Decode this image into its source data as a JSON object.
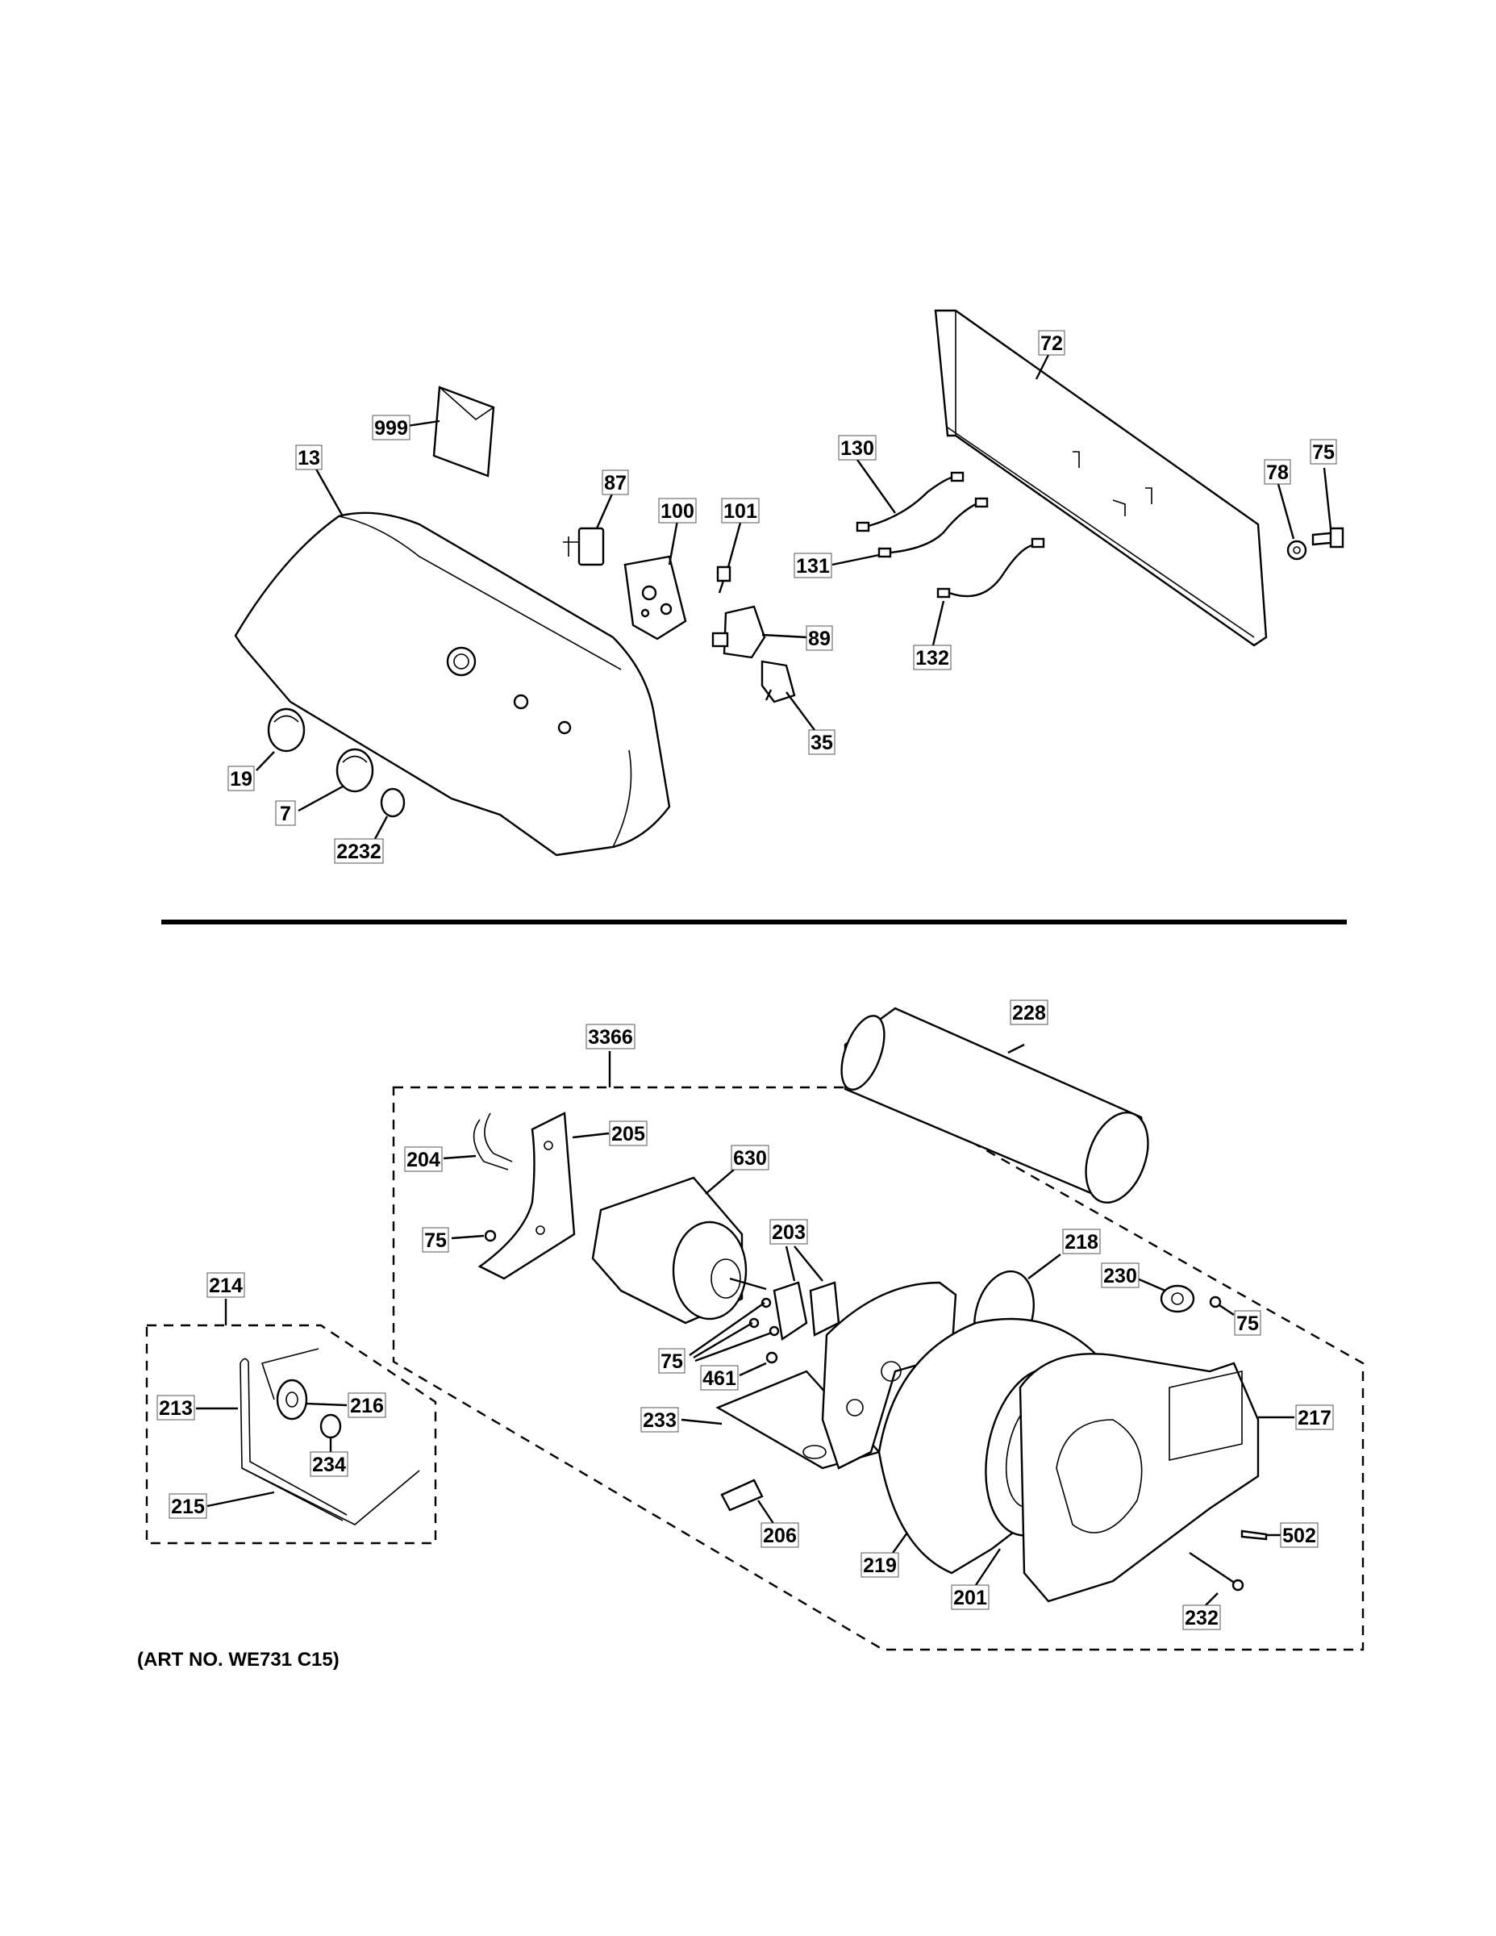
{
  "art_number": "(ART NO. WE731 C15)",
  "callouts": {
    "c999": "999",
    "c13": "13",
    "c87": "87",
    "c100": "100",
    "c101": "101",
    "c89": "89",
    "c35": "35",
    "c19": "19",
    "c7": "7",
    "c2232": "2232",
    "c72": "72",
    "c130": "130",
    "c131": "131",
    "c132": "132",
    "c78": "78",
    "c75_top": "75",
    "c3366": "3366",
    "c228": "228",
    "c204": "204",
    "c205": "205",
    "c630": "630",
    "c75_bracket": "75",
    "c203": "203",
    "c218": "218",
    "c230": "230",
    "c75_right": "75",
    "c75_mid": "75",
    "c461": "461",
    "c233": "233",
    "c217": "217",
    "c206": "206",
    "c219": "219",
    "c201": "201",
    "c502": "502",
    "c232": "232",
    "c214": "214",
    "c213": "213",
    "c216": "216",
    "c234": "234",
    "c215": "215"
  }
}
